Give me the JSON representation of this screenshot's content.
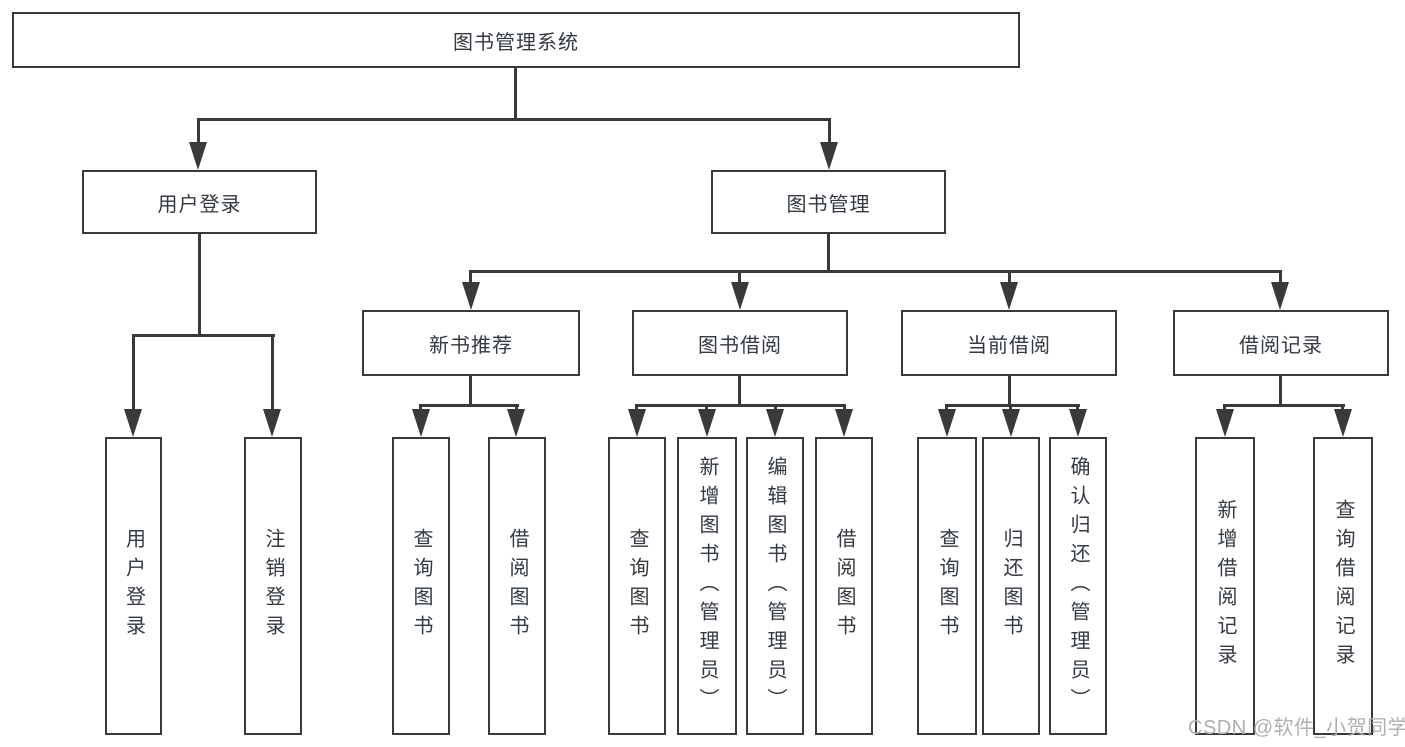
{
  "colors": {
    "line": "#3a3a3a",
    "text": "#333a41",
    "watermark": "#b0b0b0",
    "background": "#ffffff"
  },
  "tree": {
    "root": {
      "label": "图书管理系统",
      "children": [
        {
          "label": "用户登录",
          "children": [
            {
              "label": "用户登录"
            },
            {
              "label": "注销登录"
            }
          ]
        },
        {
          "label": "图书管理",
          "children": [
            {
              "label": "新书推荐",
              "children": [
                {
                  "label": "查询图书"
                },
                {
                  "label": "借阅图书"
                }
              ]
            },
            {
              "label": "图书借阅",
              "children": [
                {
                  "label": "查询图书"
                },
                {
                  "label": "新增图书（管理员）"
                },
                {
                  "label": "编辑图书（管理员）"
                },
                {
                  "label": "借阅图书"
                }
              ]
            },
            {
              "label": "当前借阅",
              "children": [
                {
                  "label": "查询图书"
                },
                {
                  "label": "归还图书"
                },
                {
                  "label": "确认归还（管理员）"
                }
              ]
            },
            {
              "label": "借阅记录",
              "children": [
                {
                  "label": "新增借阅记录"
                },
                {
                  "label": "查询借阅记录"
                }
              ]
            }
          ]
        }
      ]
    }
  },
  "watermark": "CSDN @软件_小贺同学"
}
